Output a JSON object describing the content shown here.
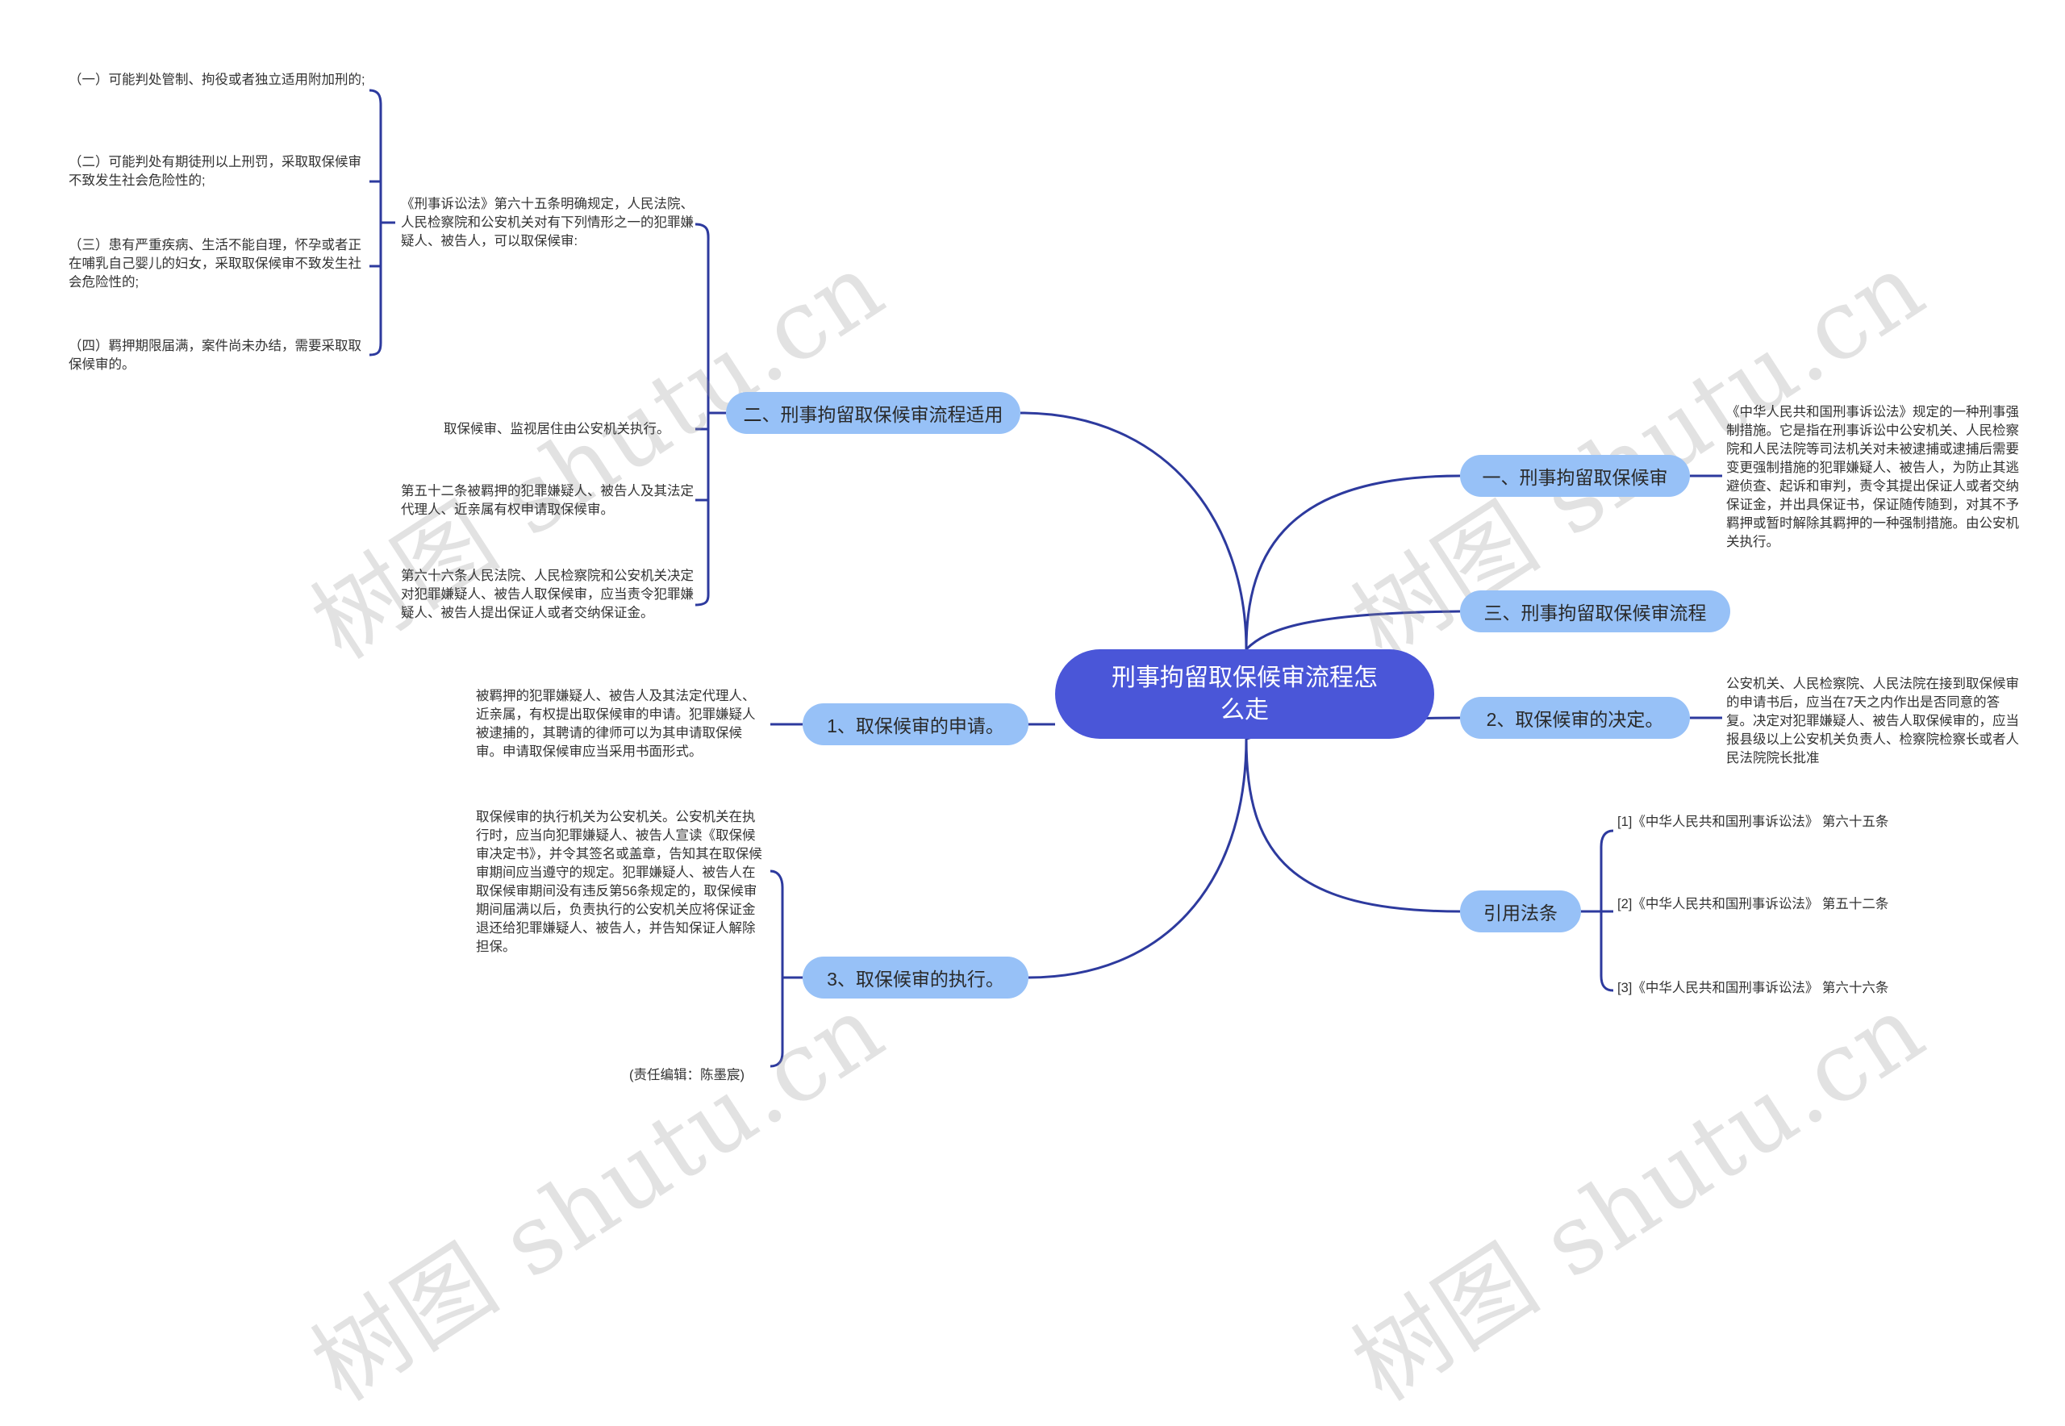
{
  "watermark": {
    "text": "树图 shutu.cn"
  },
  "root": {
    "label": "刑事拘留取保候审流程怎么走"
  },
  "right": {
    "n1": {
      "label": "一、刑事拘留取保候审",
      "note": "《中华人民共和国刑事诉讼法》规定的一种刑事强制措施。它是指在刑事诉讼中公安机关、人民检察院和人民法院等司法机关对未被逮捕或逮捕后需要变更强制措施的犯罪嫌疑人、被告人，为防止其逃避侦查、起诉和审判，责令其提出保证人或者交纳保证金，并出具保证书，保证随传随到，对其不予羁押或暂时解除其羁押的一种强制措施。由公安机关执行。"
    },
    "n3": {
      "label": "三、刑事拘留取保候审流程"
    },
    "n2d": {
      "label": "2、取保候审的决定。",
      "note": "公安机关、人民检察院、人民法院在接到取保候审的申请书后，应当在7天之内作出是否同意的答复。决定对犯罪嫌疑人、被告人取保候审的，应当报县级以上公安机关负责人、检察院检察长或者人民法院院长批准"
    },
    "refs": {
      "label": "引用法条",
      "items": [
        "[1]《中华人民共和国刑事诉讼法》 第六十五条",
        "[2]《中华人民共和国刑事诉讼法》 第五十二条",
        "[3]《中华人民共和国刑事诉讼法》 第六十六条"
      ]
    }
  },
  "left": {
    "n2": {
      "label": "二、刑事拘留取保候审流程适用",
      "c1": "《刑事诉讼法》第六十五条明确规定，人民法院、人民检察院和公安机关对有下列情形之一的犯罪嫌疑人、被告人，可以取保候审:",
      "c1_items": [
        "（一）可能判处管制、拘役或者独立适用附加刑的;",
        "（二）可能判处有期徒刑以上刑罚，采取取保候审不致发生社会危险性的;",
        "（三）患有严重疾病、生活不能自理，怀孕或者正在哺乳自己婴儿的妇女，采取取保候审不致发生社会危险性的;",
        "（四）羁押期限届满，案件尚未办结，需要采取取保候审的。"
      ],
      "c2": "取保候审、监视居住由公安机关执行。",
      "c3": "第五十二条被羁押的犯罪嫌疑人、被告人及其法定代理人、近亲属有权申请取保候审。",
      "c4": "第六十六条人民法院、人民检察院和公安机关决定对犯罪嫌疑人、被告人取保候审，应当责令犯罪嫌疑人、被告人提出保证人或者交纳保证金。"
    },
    "s1": {
      "label": "1、取保候审的申请。",
      "note": "被羁押的犯罪嫌疑人、被告人及其法定代理人、近亲属，有权提出取保候审的申请。犯罪嫌疑人被逮捕的，其聘请的律师可以为其申请取保候审。申请取保候审应当采用书面形式。"
    },
    "s3": {
      "label": "3、取保候审的执行。",
      "note": "取保候审的执行机关为公安机关。公安机关在执行时，应当向犯罪嫌疑人、被告人宣读《取保候审决定书》，并令其签名或盖章，告知其在取保候审期间应当遵守的规定。犯罪嫌疑人、被告人在取保候审期间没有违反第56条规定的，取保候审期间届满以后，负责执行的公安机关应将保证金退还给犯罪嫌疑人、被告人，并告知保证人解除担保。",
      "editor": "(责任编辑：陈墨宸)"
    }
  }
}
